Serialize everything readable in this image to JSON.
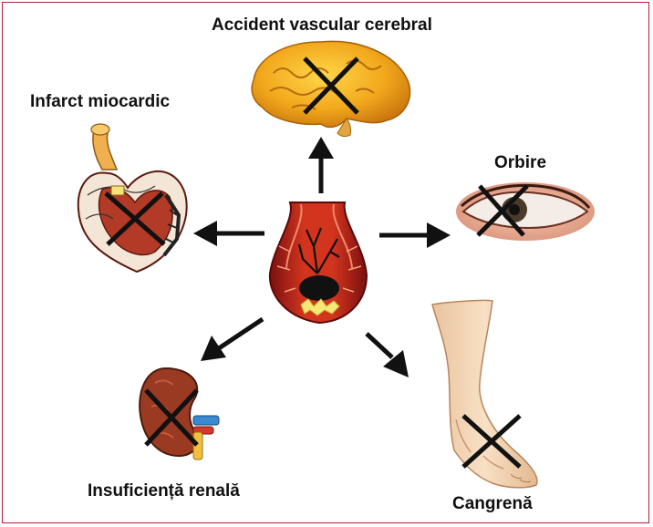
{
  "labels": {
    "stroke": "Accident vascular cerebral",
    "heart_attack": "Infarct miocardic",
    "blindness": "Orbire",
    "kidney_failure": "Insuficiență renală",
    "gangrene": "Cangrenă"
  },
  "colors": {
    "border": "#b5203c",
    "arrow": "#111111",
    "cross": "#111111"
  },
  "icons": [
    "brain-icon",
    "heart-icon",
    "eye-icon",
    "artery-icon",
    "kidney-icon",
    "foot-icon"
  ]
}
